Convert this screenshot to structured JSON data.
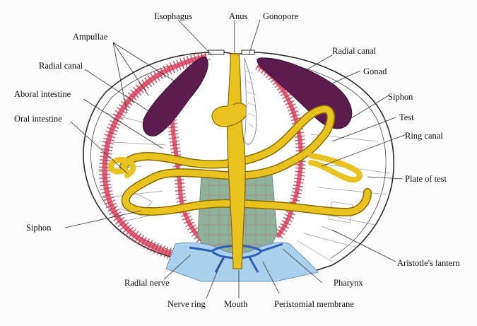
{
  "labels": {
    "esophagus": "Esophagus",
    "anus": "Anus",
    "gonopore": "Gonopore",
    "ampullae": "Ampullae",
    "radial_canal_left": "Radial canal",
    "aboral_intestine": "Aboral intestine",
    "oral_intestine": "Oral intestine",
    "siphon_left": "Siphon",
    "radial_nerve": "Radial nerve",
    "nerve_ring": "Nerve ring",
    "mouth": "Mouth",
    "peristomial_membrane": "Peristomial membrane",
    "pharynx": "Pharynx",
    "aristotles_lantern": "Aristotle's lantern",
    "plate_of_test": "Plate of test",
    "ring_canal": "Ring canal",
    "test": "Test",
    "siphon_right": "Siphon",
    "gonad": "Gonad",
    "radial_canal_right": "Radial canal"
  },
  "colors": {
    "background": "#fbfbfb",
    "test_outline": "#2b2b2b",
    "plate_lines": "#9a9a9a",
    "radial_canal": "#e2607a",
    "ampullae": "#c43a52",
    "gonad": "#5e1b4e",
    "intestine": "#e8c21e",
    "intestine_edge": "#8a6a00",
    "lantern": "#8fb39a",
    "lantern_grid": "#b0708a",
    "nerve": "#2e5fb3",
    "peristome": "#a9d1ee"
  }
}
